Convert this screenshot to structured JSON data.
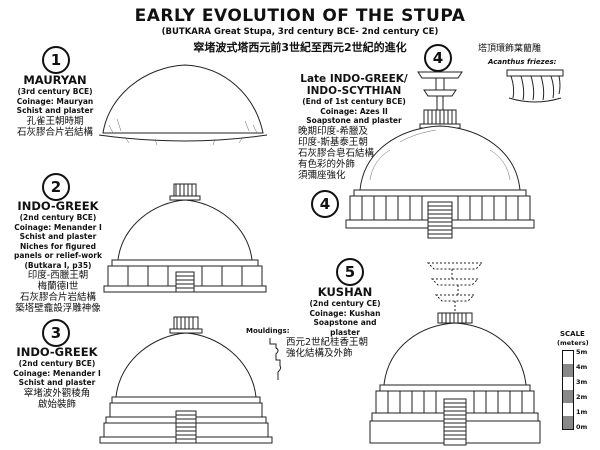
{
  "title": "EARLY EVOLUTION OF THE STUPA",
  "subtitle": "(BUTKARA Great Stupa, 3rd century BCE- 2nd century CE)",
  "subtitle_cjk": "窣堵波式塔西元前3世紀至西元2世紀的進化",
  "stages": [
    {
      "number": "1",
      "period": "MAURYAN",
      "date": "(3rd century BCE)",
      "details": [
        "Coinage: Mauryan",
        "Schist and plaster"
      ],
      "cjk": [
        "孔雀王朝時期",
        "石灰膠合片岩結構"
      ]
    },
    {
      "number": "2",
      "period": "INDO-GREEK",
      "date": "(2nd century BCE)",
      "details": [
        "Coinage: Menander I",
        "Schist and plaster",
        "Niches for figured",
        "panels or relief-work",
        "(Butkara I, p35)"
      ],
      "cjk": [
        "印度-西臘王朝",
        "梅蘭德I世",
        "石灰膠合片岩結構",
        "築塔壁龕設浮雕神像"
      ]
    },
    {
      "number": "3",
      "period": "INDO-GREEK",
      "date": "(2nd century BCE)",
      "details": [
        "Coinage: Menander I",
        "Schist and plaster"
      ],
      "cjk": [
        "窣堵波外觀稜角",
        "啟始裝飾"
      ]
    },
    {
      "number": "4",
      "period": "Late INDO-GREEK/ INDO-SCYTHIAN",
      "date": "(End of 1st century BCE)",
      "details": [
        "Coinage: Azes II",
        "Soapstone and plaster"
      ],
      "cjk": [
        "晚期印度-希臘及",
        "印度-斯基泰王朝",
        "石灰膠合皂石結構",
        "有色彩的外飾",
        "須彌座強化"
      ]
    },
    {
      "number": "5",
      "period": "KUSHAN",
      "date": "(2nd century CE)",
      "details": [
        "Coinage: Kushan",
        "Soapstone and",
        "plaster"
      ],
      "cjk": [
        "西元2世紀桂香王朝",
        "強化結構及外飾"
      ]
    }
  ],
  "annotations": {
    "acanthus_cjk": "塔頂環飾葉藺雕",
    "acanthus": "Acanthus friezes:",
    "mouldings": "Mouldings:"
  },
  "scale": {
    "title": "SCALE",
    "unit": "(meters)",
    "ticks": [
      "5m",
      "4m",
      "3m",
      "2m",
      "1m",
      "0m"
    ]
  }
}
